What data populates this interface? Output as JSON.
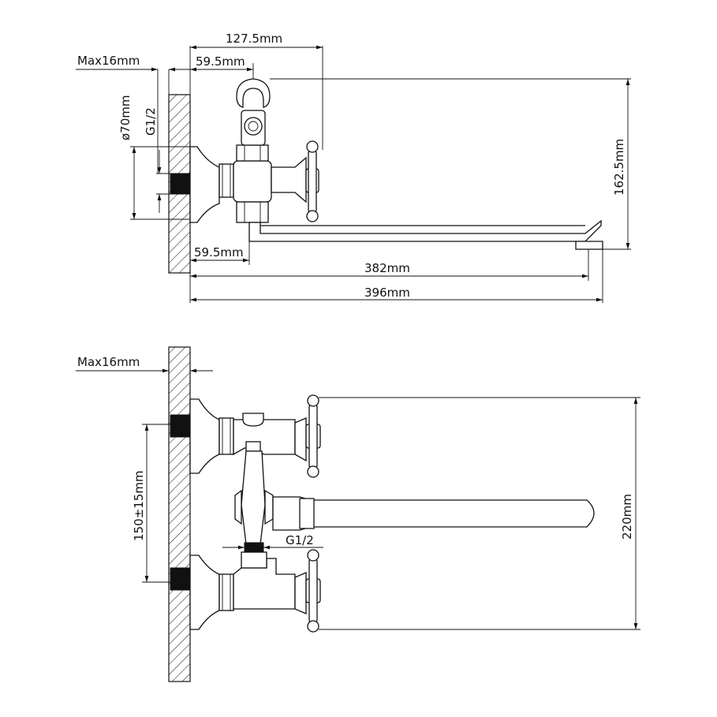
{
  "top_view": {
    "dim_width_overall": "127.5mm",
    "dim_outlet_offset_top": "59.5mm",
    "dim_max_wall": "Max16mm",
    "dim_flange_diameter": "ø70mm",
    "dim_thread": "G1/2",
    "dim_outlet_offset_bottom": "59.5mm",
    "dim_spout_reach": "382mm",
    "dim_total_reach": "396mm",
    "dim_height": "162.5mm"
  },
  "bottom_view": {
    "dim_max_wall": "Max16mm",
    "dim_centers": "150±15mm",
    "dim_thread": "G1/2",
    "dim_span": "220mm"
  },
  "colors": {
    "line": "#111111",
    "background": "#ffffff"
  }
}
